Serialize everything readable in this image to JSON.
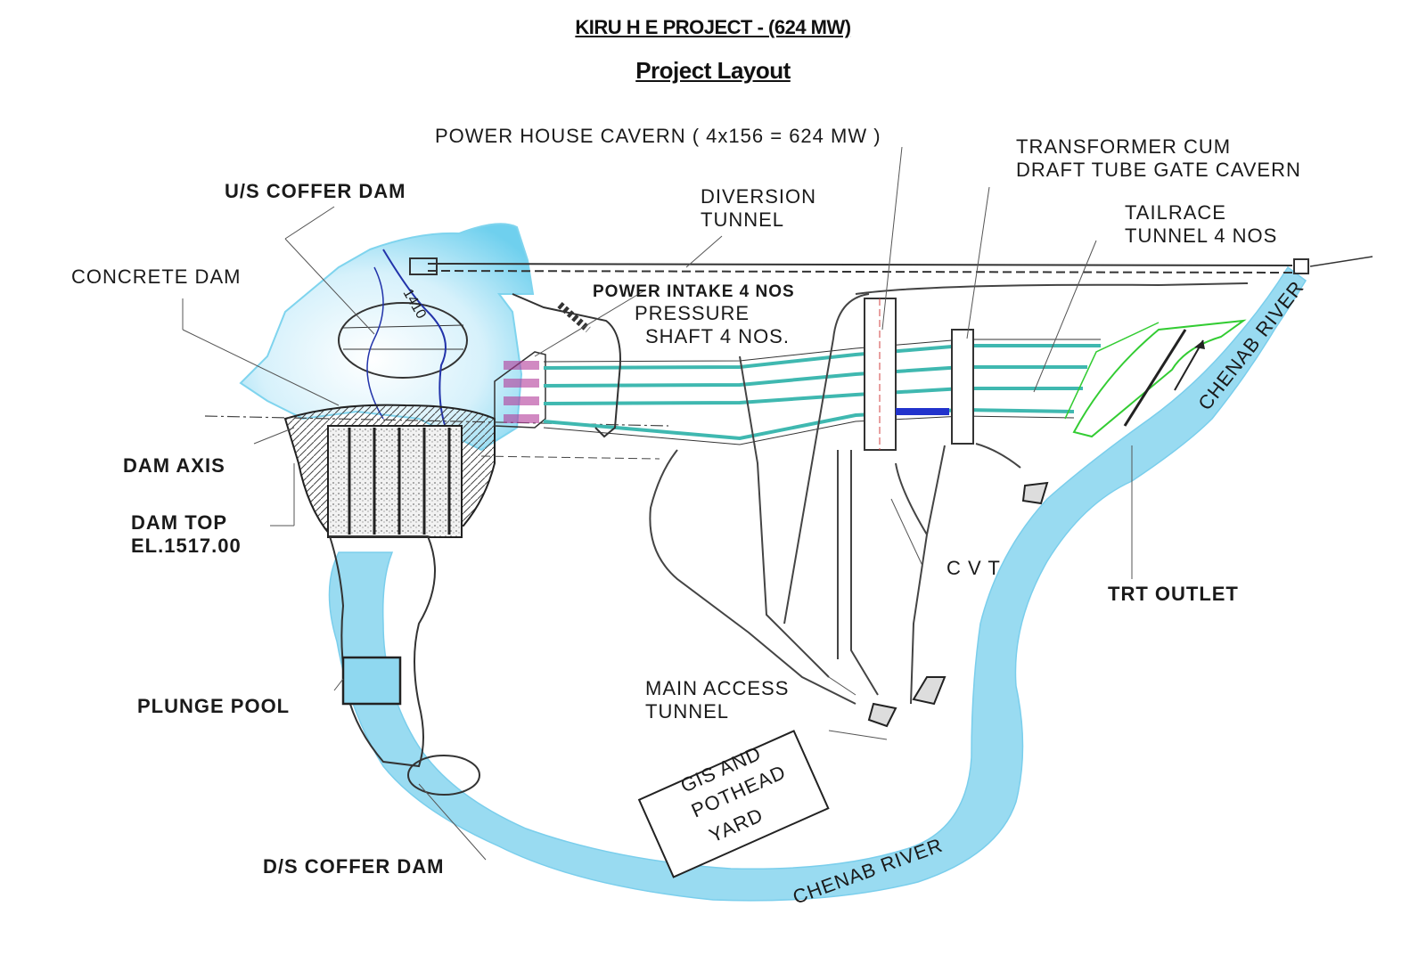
{
  "title": "KIRU H E PROJECT - (624 MW)",
  "subtitle": "Project Layout",
  "labels": {
    "power_house_cavern": "POWER HOUSE CAVERN ( 4x156 = 624 MW )",
    "transformer_line1": "TRANSFORMER CUM",
    "transformer_line2": "DRAFT TUBE GATE CAVERN",
    "us_coffer_dam": "U/S COFFER DAM",
    "diversion_line1": "DIVERSION",
    "diversion_line2": "TUNNEL",
    "tailrace_line1": "TAILRACE",
    "tailrace_line2": "TUNNEL 4 NOS",
    "concrete_dam": "CONCRETE DAM",
    "power_intake": "POWER INTAKE 4 NOS",
    "pressure_line1": "PRESSURE",
    "pressure_line2": "SHAFT 4 NOS.",
    "chenab_river_top": "CHENAB RIVER",
    "dam_axis": "DAM  AXIS",
    "dam_top_line1": "DAM  TOP",
    "dam_top_line2": "EL.1517.00",
    "cvt": "C V T",
    "trt_outlet": "TRT OUTLET",
    "main_access_line1": "MAIN ACCESS",
    "main_access_line2": "TUNNEL",
    "plunge_pool": "PLUNGE POOL",
    "gis_line1": "GIS AND",
    "gis_line2": "POTHEAD",
    "gis_line3": "YARD",
    "ds_coffer_dam": "D/S COFFER DAM",
    "chenab_river_bottom": "CHENAB RIVER",
    "contour_label": "1410"
  },
  "colors": {
    "river": "#8fd8f0",
    "river_light": "#cdeefa",
    "tunnel": "#3fb8b0",
    "structure": "#333333",
    "contour_blue": "#2233aa",
    "outlet_green": "#33cc33"
  }
}
